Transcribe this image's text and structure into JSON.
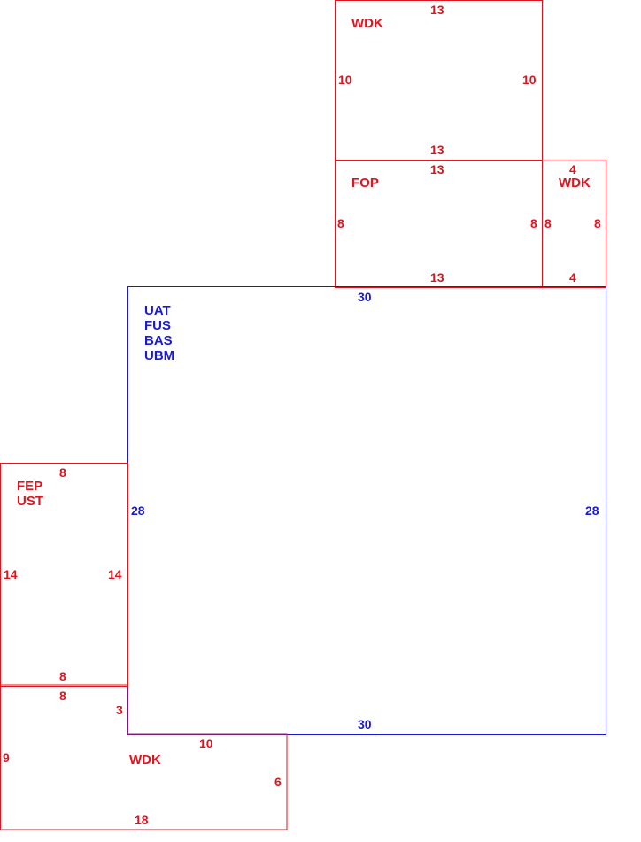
{
  "colors": {
    "red": "#e0141e",
    "blue": "#1a1ad6",
    "background": "#ffffff"
  },
  "sections": {
    "wdk_top": {
      "codes": [
        "WDK"
      ],
      "top": "13",
      "left": "10",
      "right": "10",
      "bottom": "13"
    },
    "fop": {
      "codes": [
        "FOP"
      ],
      "top": "13",
      "left": "8",
      "right": "8",
      "bottom": "13"
    },
    "wdk_right": {
      "codes": [
        "WDK"
      ],
      "top": "4",
      "left": "8",
      "right": "8",
      "bottom": "4"
    },
    "main": {
      "codes": [
        "UAT",
        "FUS",
        "BAS",
        "UBM"
      ],
      "top": "30",
      "left": "28",
      "right": "28",
      "bottom": "30"
    },
    "fep_ust": {
      "codes": [
        "FEP",
        "UST"
      ],
      "top": "8",
      "left": "14",
      "right": "14",
      "bottom": "8"
    },
    "wdk_bottom": {
      "codes": [
        "WDK"
      ],
      "top": "8",
      "notch": "3",
      "left": "9",
      "step": "10",
      "right": "6",
      "bottom": "18"
    }
  }
}
